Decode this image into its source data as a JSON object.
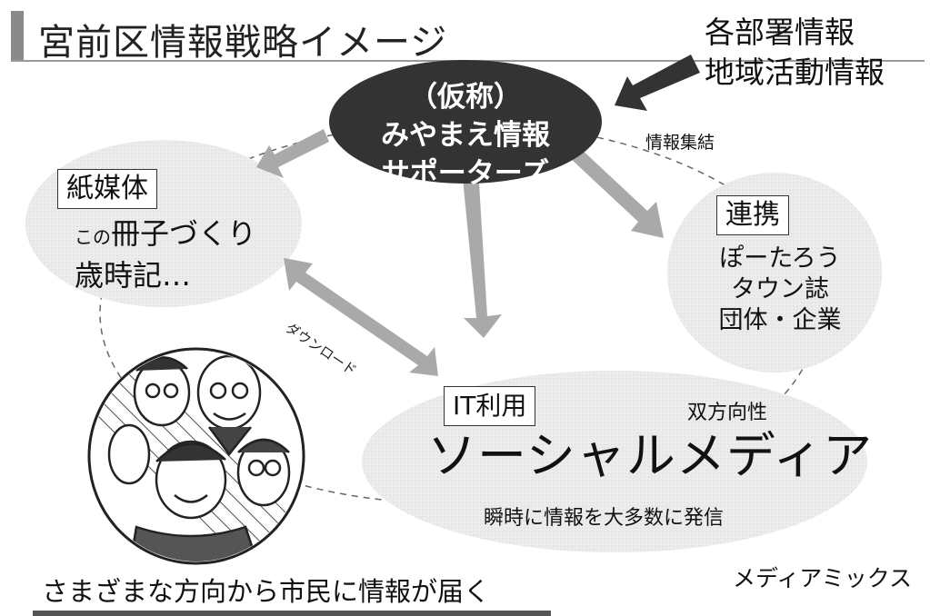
{
  "title": "宮前区情報戦略イメージ",
  "sources": [
    "各部署情報",
    "地域活動情報"
  ],
  "center": {
    "lines": [
      "（仮称）",
      "みやまえ情報",
      "サポーターズ"
    ]
  },
  "aggregation_label": "情報集結",
  "paper": {
    "heading": "紙媒体",
    "small_prefix": "この",
    "items": [
      "冊子づくり",
      "歳時記…"
    ]
  },
  "collaboration": {
    "heading": "連携",
    "items": [
      "ぽーたろう",
      "タウン誌",
      "団体・企業"
    ]
  },
  "download_label": "ダウンロード",
  "it": {
    "heading": "IT利用",
    "tag": "双方向性",
    "main": "ソーシャルメディア",
    "sub": "瞬時に情報を大多数に発信"
  },
  "media_mix": "メディアミックス",
  "footer": "さまざまな方向から市民に情報が届く",
  "colors": {
    "ellipse_fill": "#e9e9e9",
    "center_fill": "#333333",
    "arrow_fill": "#a9a9a9",
    "source_arrow": "#333333"
  },
  "illustration": "group-of-people-cartoon"
}
